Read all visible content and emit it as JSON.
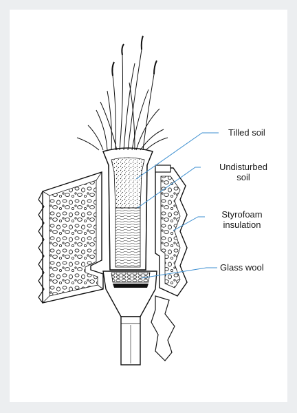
{
  "labels": {
    "tilled_soil": "Tilled soil",
    "undisturbed_1": "Undisturbed",
    "undisturbed_2": "soil",
    "styrofoam_1": "Styrofoam",
    "styrofoam_2": "insulation",
    "glass_wool": "Glass wool"
  },
  "colors": {
    "leader": "#3d8fd0",
    "ink": "#1a1a1a",
    "background": "#eceef0",
    "panel": "#ffffff"
  }
}
